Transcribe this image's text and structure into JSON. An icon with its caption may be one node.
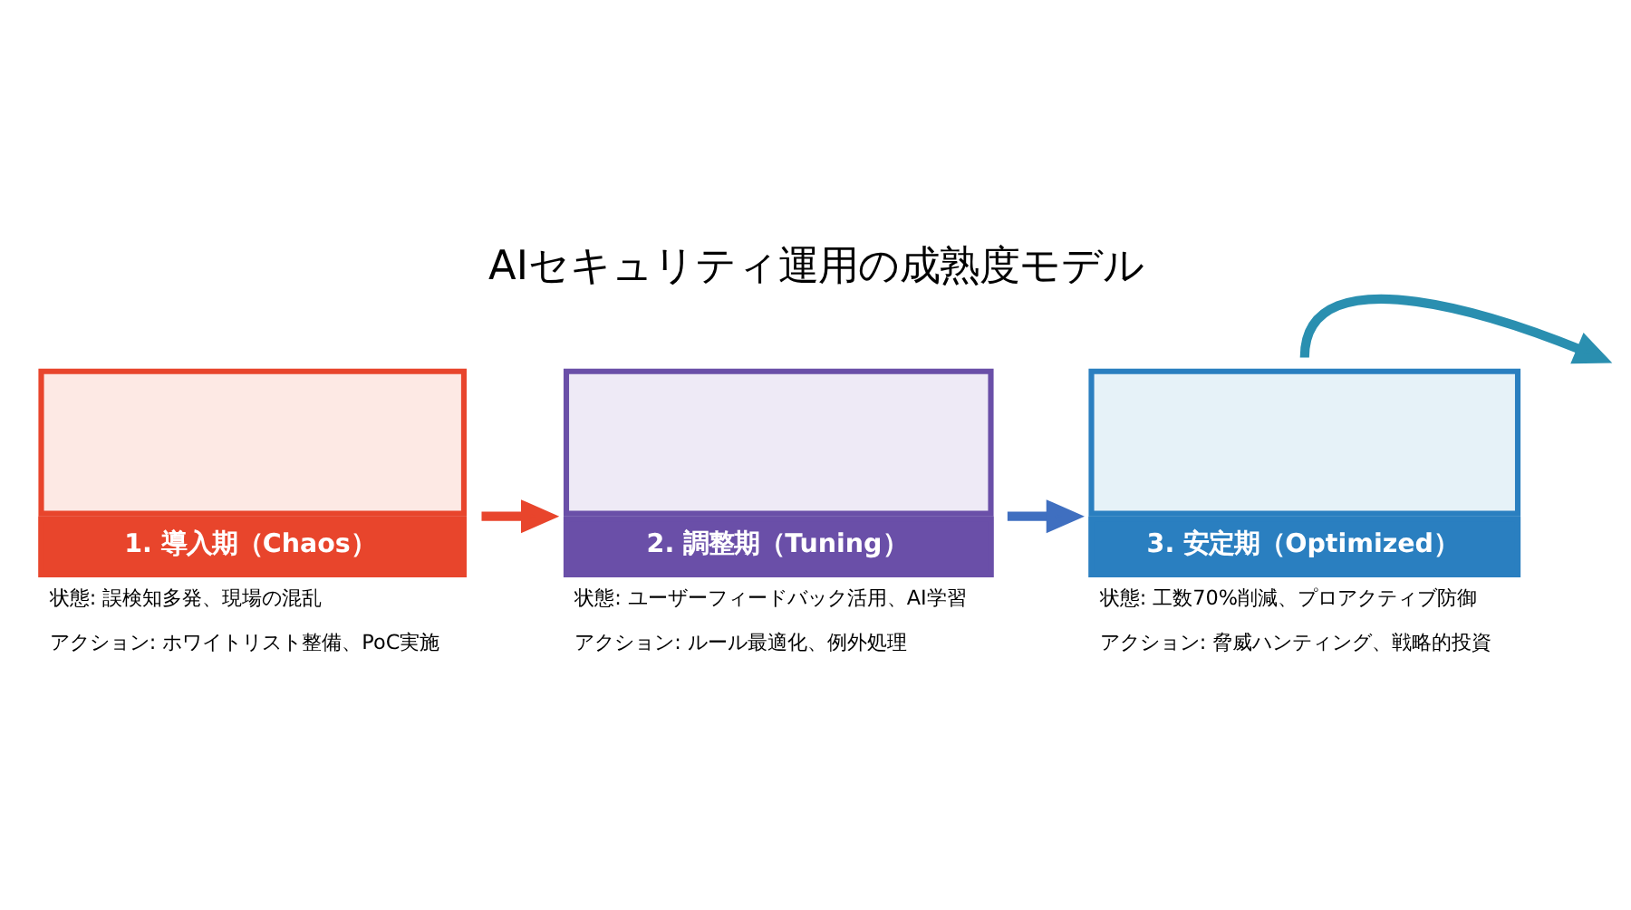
{
  "diagram": {
    "title": "AIセキュリティ運用の成熟度モデル",
    "nodes": [
      {
        "text": [
          "1. 導入期（Chaos）"
        ],
        "beside": [
          "状態: 誤検知多発、現場の混乱",
          "アクション: ホワイトリスト整備、PoC実施"
        ]
      },
      {
        "text": [
          "2. 調整期（Tuning）"
        ],
        "beside": [
          "状態: ユーザーフィードバック活用、AI学習",
          "アクション: ルール最適化、例外処理"
        ]
      },
      {
        "text": [
          "3. 安定期（Optimized）"
        ],
        "beside": [
          "状態: 工数70%削減、プロアクティブ防御",
          "アクション: 脅威ハンティング、戦略的投資"
        ]
      }
    ],
    "edges": [
      {
        "from": 0,
        "to": 1,
        "arrow": "to",
        "color": "#e8452c"
      },
      {
        "from": 1,
        "to": 2,
        "arrow": "to",
        "color": "#3f6fc0"
      },
      {
        "from": 2,
        "to": null,
        "arrow": "to",
        "color": "#2a8fb0"
      }
    ]
  }
}
